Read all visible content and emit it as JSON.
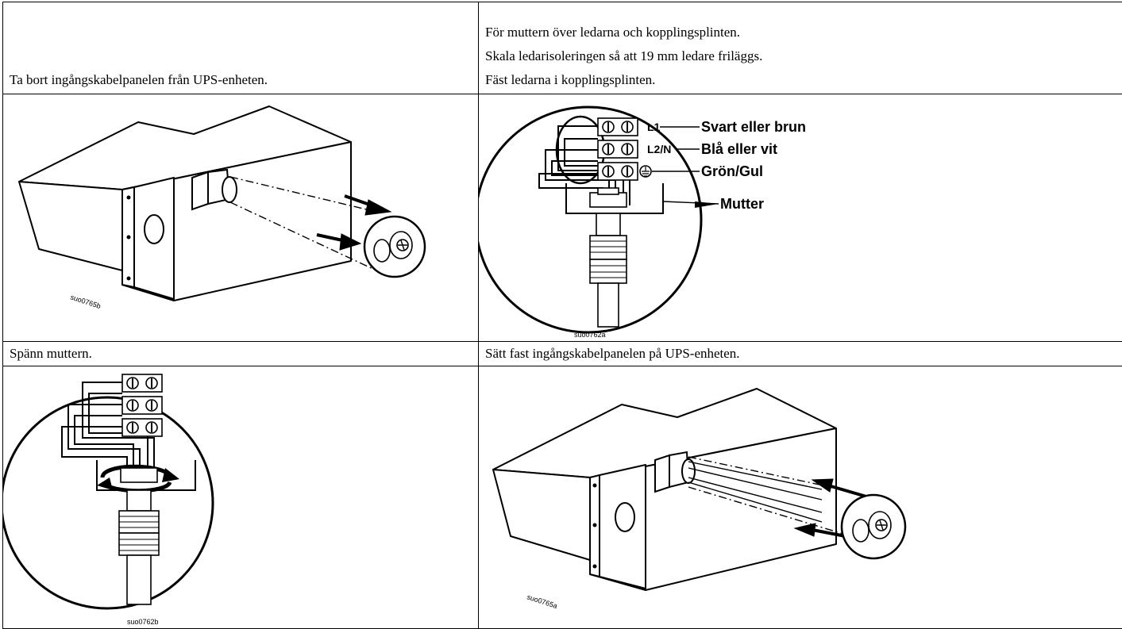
{
  "steps": {
    "step1": {
      "text": "Ta bort ingångskabelpanelen från UPS-enheten.",
      "figure_code": "suo0765b"
    },
    "step2": {
      "lines": [
        "För muttern över ledarna och kopplingsplinten.",
        "Skala ledarisoleringen så att 19 mm ledare friläggs.",
        "Fäst ledarna i kopplingsplinten."
      ],
      "figure_code": "suo0762a",
      "terminal_labels": {
        "l1": "L1",
        "l2n": "L2/N"
      },
      "callouts": {
        "black_brown": "Svart eller brun",
        "blue_white": "Blå eller vit",
        "green_yellow": "Grön/Gul",
        "nut": "Mutter"
      }
    },
    "step3": {
      "text": "Spänn muttern.",
      "figure_code": "suo0762b"
    },
    "step4": {
      "text": "Sätt fast ingångskabelpanelen på UPS-enheten.",
      "figure_code": "suo0765a"
    }
  }
}
